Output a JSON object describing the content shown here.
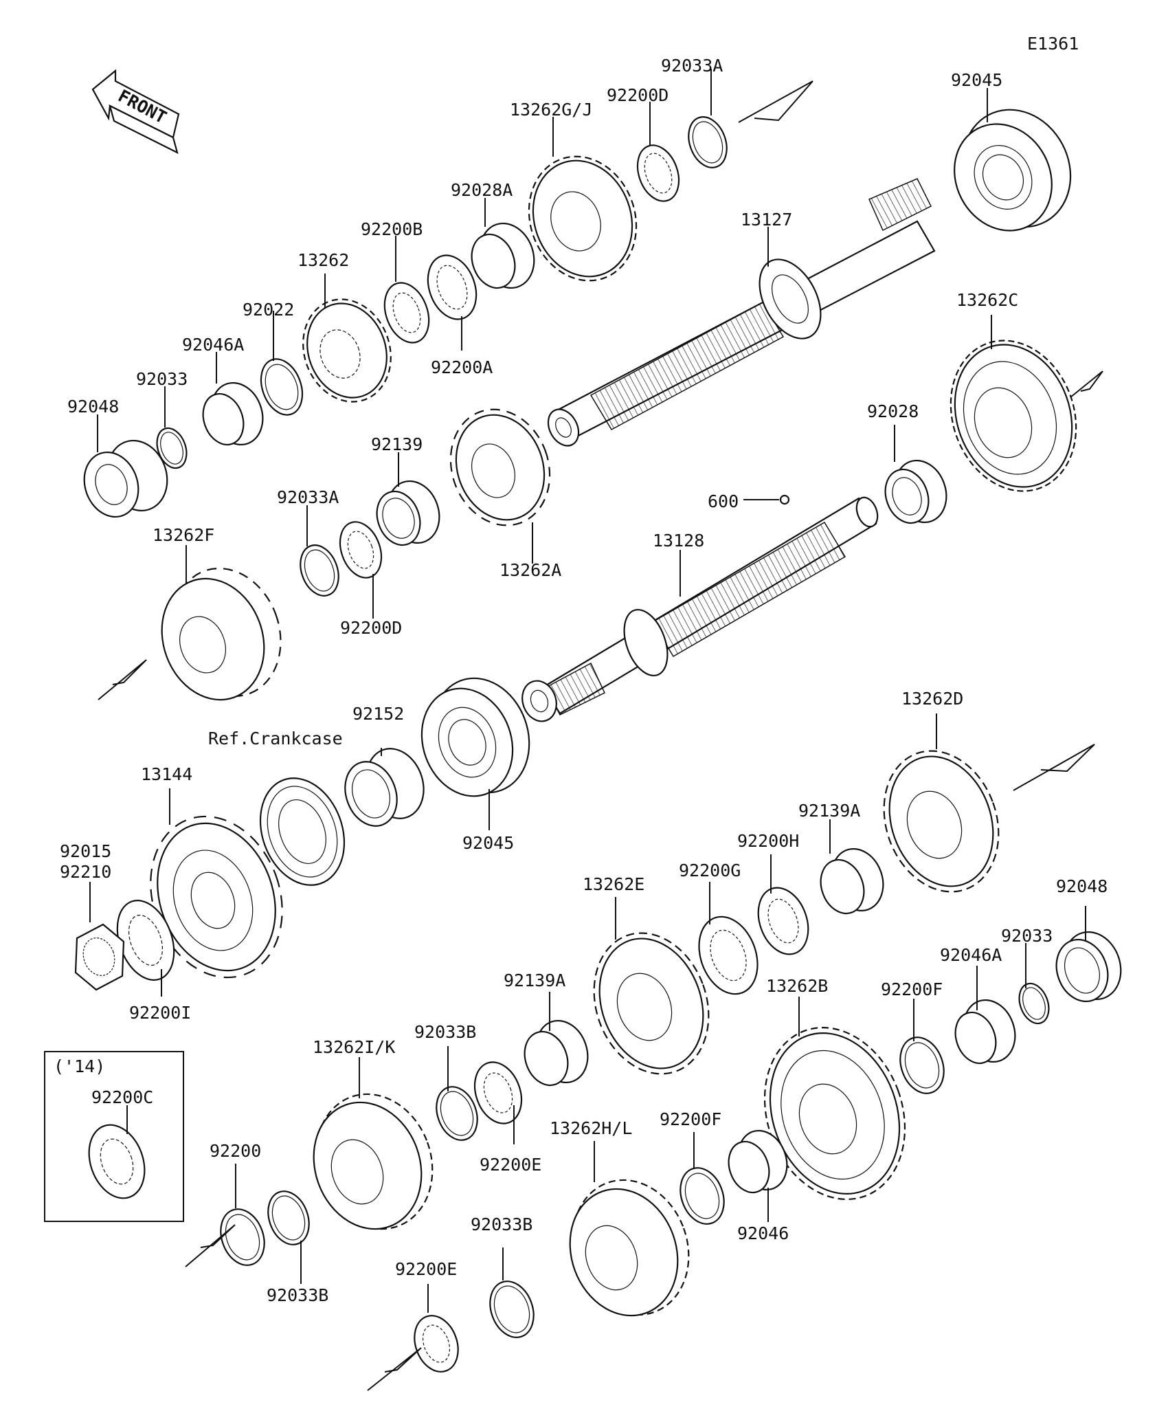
{
  "diagram_id": "E1361",
  "front_label": "FRONT",
  "ref_crankcase": "Ref.Crankcase",
  "inset_year": "('14)",
  "labels": {
    "p92033A_top": "92033A",
    "p92200D_top": "92200D",
    "p13262GJ": "13262G/J",
    "p92045_top": "92045",
    "p92028A": "92028A",
    "p92200B": "92200B",
    "p13127": "13127",
    "p13262": "13262",
    "p92022": "92022",
    "p92200A": "92200A",
    "p92046A_top": "92046A",
    "p92033_top": "92033",
    "p92048_top": "92048",
    "p13262C": "13262C",
    "p92139": "92139",
    "p92028": "92028",
    "p92033A_mid": "92033A",
    "p600": "600",
    "p13262F": "13262F",
    "p13262A": "13262A",
    "p13128": "13128",
    "p92200D_mid": "92200D",
    "p92152": "92152",
    "p13262D": "13262D",
    "p13144": "13144",
    "p92045_mid": "92045",
    "p92139A_right": "92139A",
    "p92015": "92015",
    "p92210": "92210",
    "p92200H": "92200H",
    "p92200G": "92200G",
    "p13262E": "13262E",
    "p92048_right": "92048",
    "p92033_right": "92033",
    "p92200I": "92200I",
    "p92139A_mid": "92139A",
    "p13262B": "13262B",
    "p92046A_right": "92046A",
    "p92200F_right": "92200F",
    "p13262IK": "13262I/K",
    "p92033B_mid": "92033B",
    "p92200C": "92200C",
    "p13262HL": "13262H/L",
    "p92200F_low": "92200F",
    "p92200": "92200",
    "p92200E_mid": "92200E",
    "p92033B_low": "92033B",
    "p92046": "92046",
    "p92033B_bottom": "92033B",
    "p92200E_bottom": "92200E"
  }
}
